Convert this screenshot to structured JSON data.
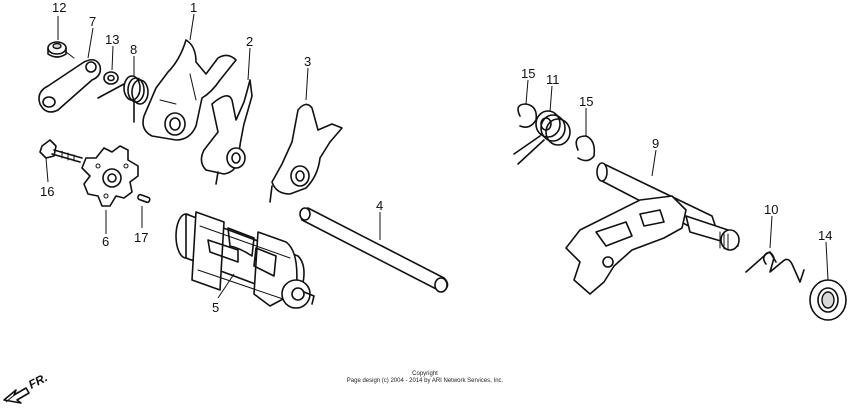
{
  "callouts": [
    {
      "id": "c12",
      "label": "12"
    },
    {
      "id": "c7",
      "label": "7"
    },
    {
      "id": "c13",
      "label": "13"
    },
    {
      "id": "c8",
      "label": "8"
    },
    {
      "id": "c1",
      "label": "1"
    },
    {
      "id": "c2",
      "label": "2"
    },
    {
      "id": "c3",
      "label": "3"
    },
    {
      "id": "c4",
      "label": "4"
    },
    {
      "id": "c16",
      "label": "16"
    },
    {
      "id": "c6",
      "label": "6"
    },
    {
      "id": "c17",
      "label": "17"
    },
    {
      "id": "c5",
      "label": "5"
    },
    {
      "id": "c15a",
      "label": "15"
    },
    {
      "id": "c11",
      "label": "11"
    },
    {
      "id": "c15b",
      "label": "15"
    },
    {
      "id": "c9",
      "label": "9"
    },
    {
      "id": "c10",
      "label": "10"
    },
    {
      "id": "c14",
      "label": "14"
    }
  ],
  "direction": {
    "label": "FR."
  },
  "copyright": {
    "line1": "Copyright",
    "line2": "Page design (c) 2004 - 2014 by ARI Network Services, Inc."
  }
}
